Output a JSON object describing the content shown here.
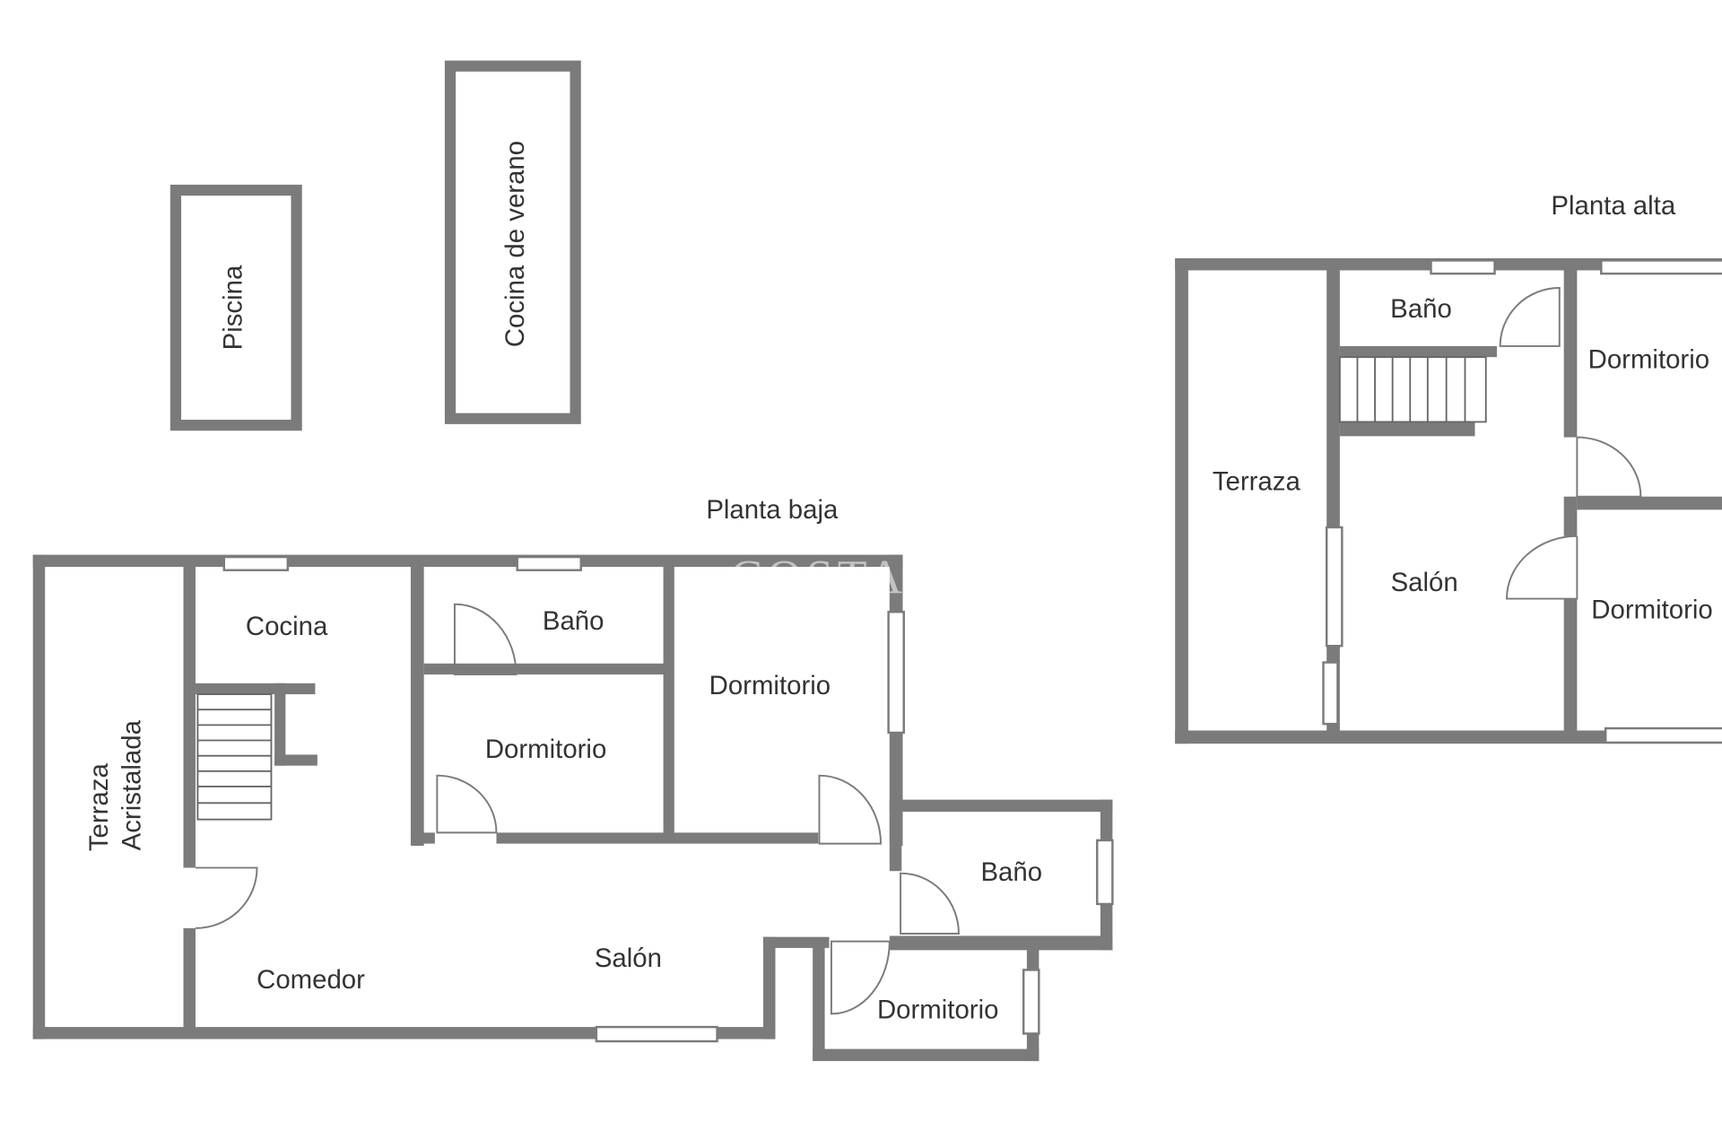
{
  "watermark": "COSTA",
  "colors": {
    "wall": "#7b7b7b",
    "text": "#333333",
    "background": "#ffffff"
  },
  "exterior": {
    "pool": "Piscina",
    "summer_kitchen": "Cocina de verano"
  },
  "ground_floor": {
    "title": "Planta baja",
    "rooms": {
      "glazed_terrace_1": "Terraza",
      "glazed_terrace_2": "Acristalada",
      "kitchen": "Cocina",
      "bathroom_1": "Baño",
      "bedroom_1": "Dormitorio",
      "bedroom_2": "Dormitorio",
      "dining": "Comedor",
      "living": "Salón",
      "bathroom_2": "Baño",
      "bedroom_3": "Dormitorio"
    }
  },
  "upper_floor": {
    "title": "Planta alta",
    "rooms": {
      "terrace": "Terraza",
      "bathroom": "Baño",
      "living": "Salón",
      "bedroom_1": "Dormitorio",
      "bedroom_2": "Dormitorio"
    }
  }
}
